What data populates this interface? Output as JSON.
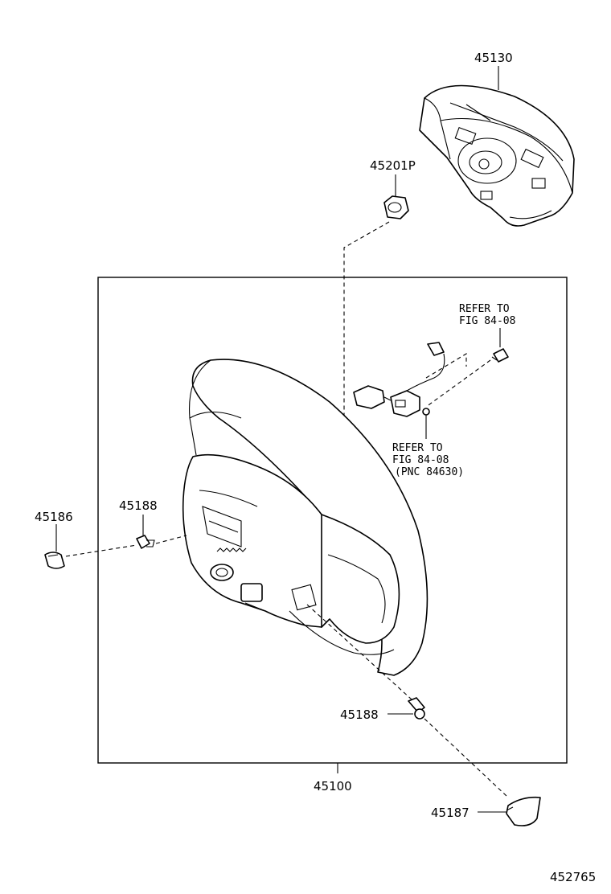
{
  "labels": {
    "horn_pad": "45130",
    "cap_nut": "45201P",
    "ornament_left": "45186",
    "screw_left": "45188",
    "screw_lower": "45188",
    "steering_wheel": "45100",
    "ornament_lower": "45187",
    "figure_code": "452765"
  },
  "refs": {
    "upper": [
      "REFER TO",
      "FIG 84-08"
    ],
    "lower": [
      "REFER TO",
      "FIG 84-08",
      "(PNC 84630)"
    ]
  }
}
